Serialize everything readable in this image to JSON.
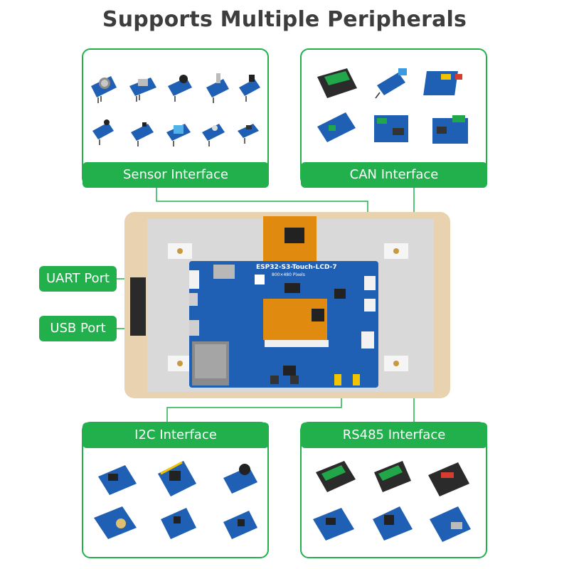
{
  "title": "Supports Multiple Peripherals",
  "panels": {
    "sensor": {
      "label": "Sensor Interface"
    },
    "can": {
      "label": "CAN Interface"
    },
    "i2c": {
      "label": "I2C Interface"
    },
    "rs485": {
      "label": "RS485 Interface"
    }
  },
  "ports": {
    "uart": {
      "label": "UART Port"
    },
    "usb": {
      "label": "USB Port"
    }
  },
  "board": {
    "name": "ESP32-S3-Touch-LCD-7",
    "resolution": "800×480 Pixels"
  },
  "colors": {
    "accent": "#21b04b",
    "pcb": "#1f5fb4",
    "frame": "#e8d2b0"
  }
}
